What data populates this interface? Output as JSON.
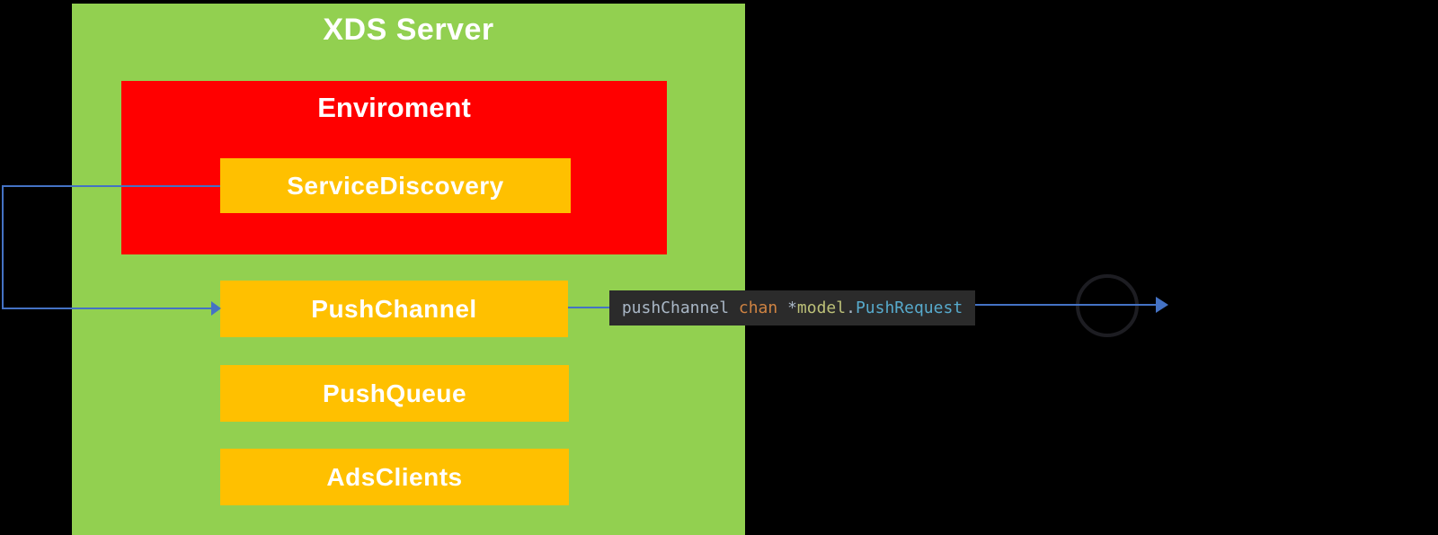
{
  "colors": {
    "background": "#000000",
    "server_green": "#92d050",
    "environment_red": "#ff0000",
    "component_orange": "#ffc000",
    "connector_blue": "#4472c4",
    "code_chip_background": "#2b2b2b",
    "loop_circle": "#1d1d22",
    "label_text": "#ffffff"
  },
  "diagram": {
    "server_title": "XDS Server",
    "environment_title": "Enviroment",
    "service_discovery_label": "ServiceDiscovery",
    "push_channel_label": "PushChannel",
    "push_queue_label": "PushQueue",
    "ads_clients_label": "AdsClients"
  },
  "code_annotation": {
    "full_text": "pushChannel chan *model.PushRequest",
    "segments": [
      {
        "text": "pushChannel ",
        "style": "color:#a9b7c6"
      },
      {
        "text": "chan",
        "style": "color:#cf8342"
      },
      {
        "text": " *",
        "style": "color:#a9b7c6"
      },
      {
        "text": "model",
        "style": "color:#bcc078"
      },
      {
        "text": ".",
        "style": "color:#a9b7c6"
      },
      {
        "text": "PushRequest",
        "style": "color:#57aacc"
      }
    ]
  }
}
